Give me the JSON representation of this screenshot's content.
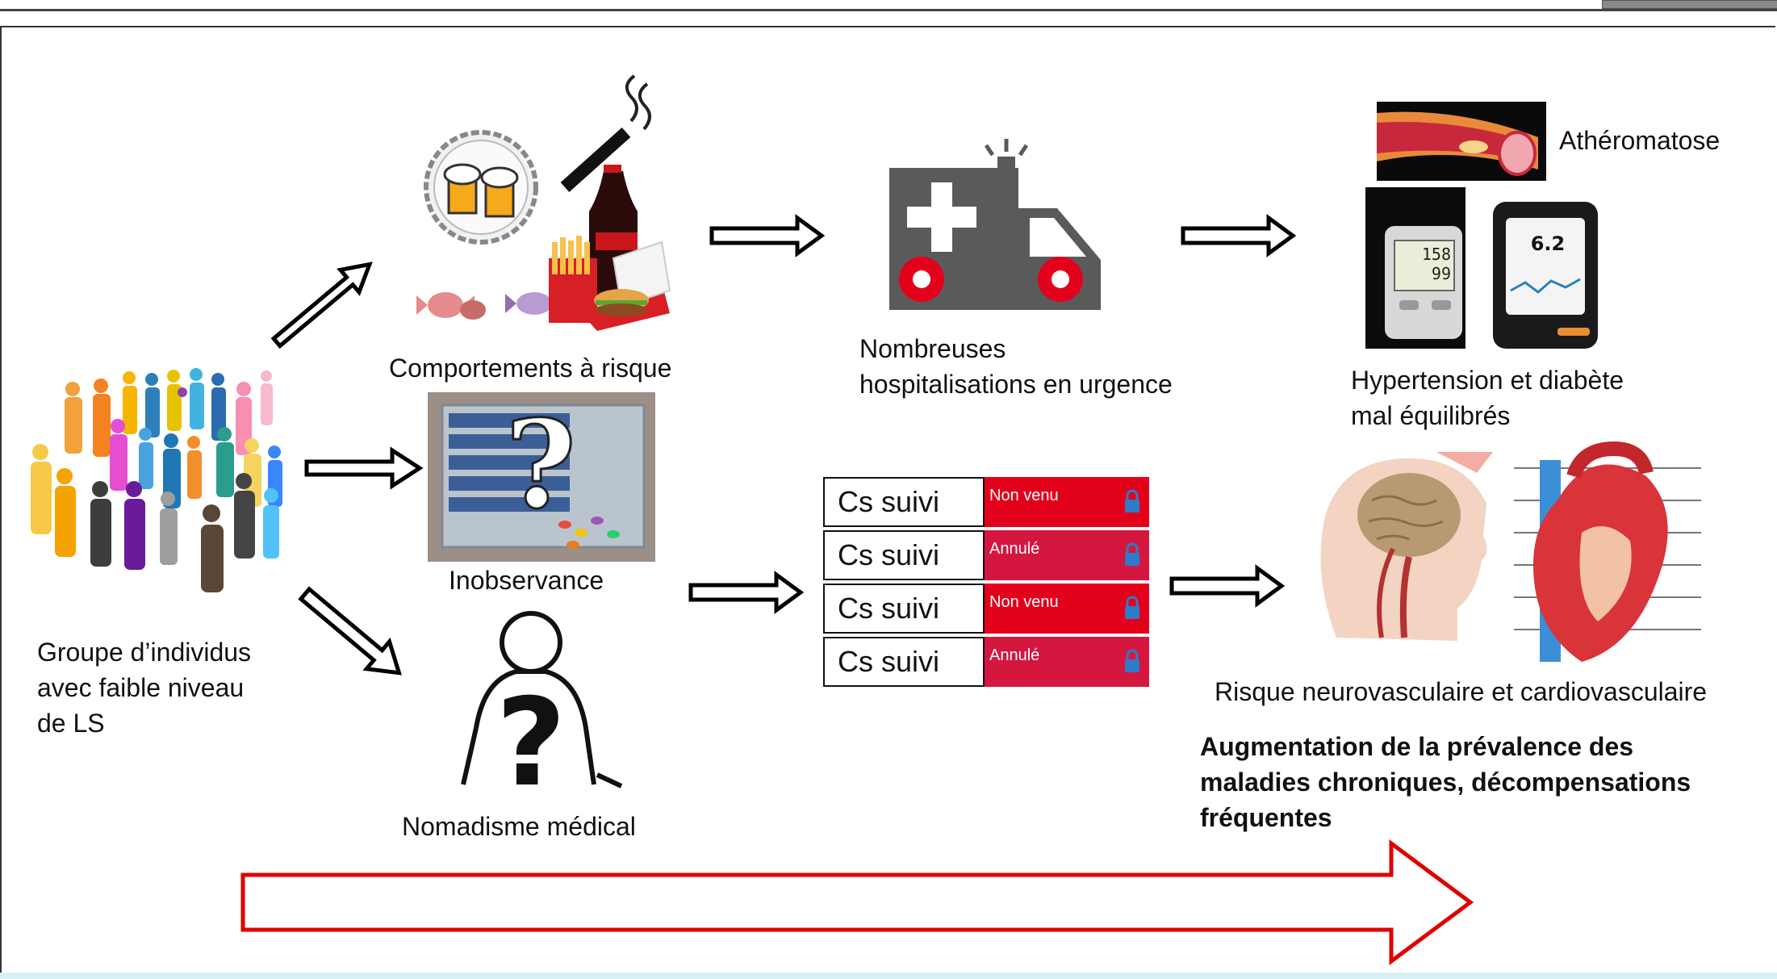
{
  "labels": {
    "group": [
      "Groupe d’individus",
      "avec faible niveau",
      "de LS"
    ],
    "comportements": "Comportements à risque",
    "inobservance": "Inobservance",
    "nomadisme": "Nomadisme médical",
    "hospitalisations": [
      "Nombreuses",
      "hospitalisations en urgence"
    ],
    "atheromatose": "Athéromatose",
    "hypertension": [
      "Hypertension et diabète",
      "mal équilibrés"
    ],
    "risque": "Risque neurovasculaire et cardiovasculaire",
    "augmentation": [
      "Augmentation de la prévalence des",
      "maladies chroniques, décompensations",
      "fréquentes"
    ]
  },
  "appointments": [
    {
      "label": "Cs suivi",
      "status": "Non venu"
    },
    {
      "label": "Cs suivi",
      "status": "Annulé"
    },
    {
      "label": "Cs suivi",
      "status": "Non venu"
    },
    {
      "label": "Cs suivi",
      "status": "Annulé"
    }
  ],
  "device": {
    "reading_top": "158",
    "reading_bottom": "99",
    "glucose": "6.2"
  },
  "colors": {
    "accent_red": "#e3001b",
    "arrow_red": "#e00000",
    "ambulance_grey": "#5a5a5a"
  },
  "icons": [
    "people-crowd-icon",
    "beer-cap-icon",
    "cigarette-icon",
    "soda-bottle-icon",
    "candy-icon",
    "fast-food-icon",
    "pillbox-question-icon",
    "doctor-question-icon",
    "ambulance-icon",
    "artery-icon",
    "blood-pressure-monitor-icon",
    "glucose-meter-icon",
    "brain-head-icon",
    "heart-icon",
    "lock-icon"
  ]
}
